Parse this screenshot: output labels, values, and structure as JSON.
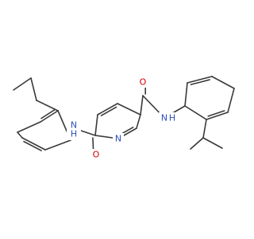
{
  "colors": {
    "bond": "#3a3a3a",
    "nitrogen": "#2f4fb8",
    "oxygen": "#d10000",
    "background": "#ffffff"
  },
  "atom_labels": {
    "amide_n_left": "N",
    "amide_h_left": "H",
    "pyridine_n": "N",
    "carbonyl_o_left": "O",
    "carbonyl_o_right": "O",
    "amide_n_right": "N",
    "amide_h_right": "H"
  }
}
